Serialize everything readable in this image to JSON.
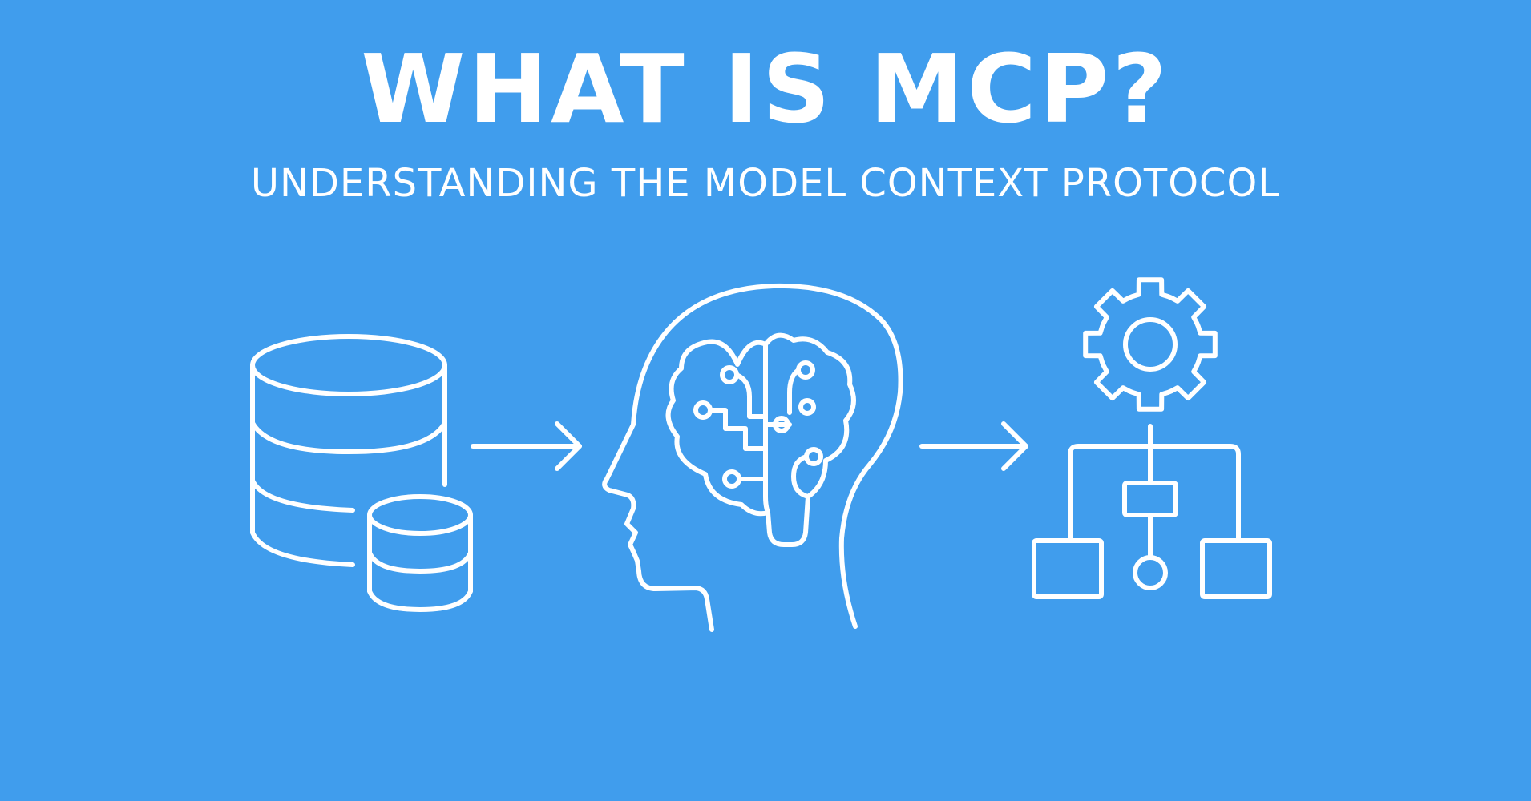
{
  "header": {
    "title": "WHAT IS MCP?",
    "subtitle": "UNDERSTANDING THE MODEL CONTEXT PROTOCOL"
  },
  "diagram": {
    "nodes": [
      {
        "id": "data-sources",
        "icon": "database-icon"
      },
      {
        "id": "model",
        "icon": "brain-head-icon"
      },
      {
        "id": "tools",
        "icon": "gear-network-icon"
      }
    ],
    "edges": [
      {
        "from": "data-sources",
        "to": "model"
      },
      {
        "from": "model",
        "to": "tools"
      }
    ]
  },
  "colors": {
    "background": "#409ded",
    "foreground": "#ffffff"
  }
}
